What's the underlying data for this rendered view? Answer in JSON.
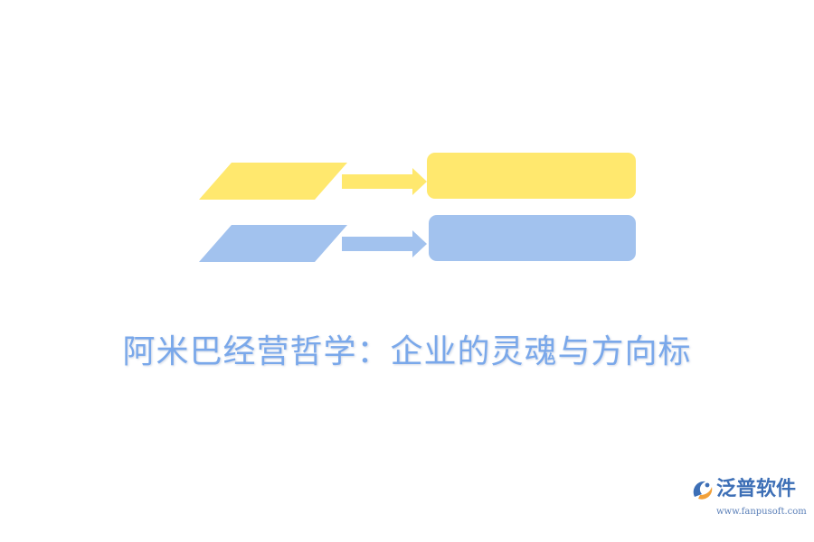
{
  "title": "阿米巴经营哲学：企业的灵魂与方向标",
  "colors": {
    "yellow": "#ffe86e",
    "blue": "#a2c2ee",
    "title_text": "#7aa8ea",
    "logo_blue": "#3d6fb6",
    "logo_orange": "#f2a13a"
  },
  "rows": [
    {
      "color": "yellow",
      "input_text": "",
      "output_text": ""
    },
    {
      "color": "blue",
      "input_text": "",
      "output_text": ""
    }
  ],
  "logo": {
    "icon": "fanpu-swirl-logo-icon",
    "name": "泛普软件",
    "url": "www.fanpusoft.com"
  }
}
